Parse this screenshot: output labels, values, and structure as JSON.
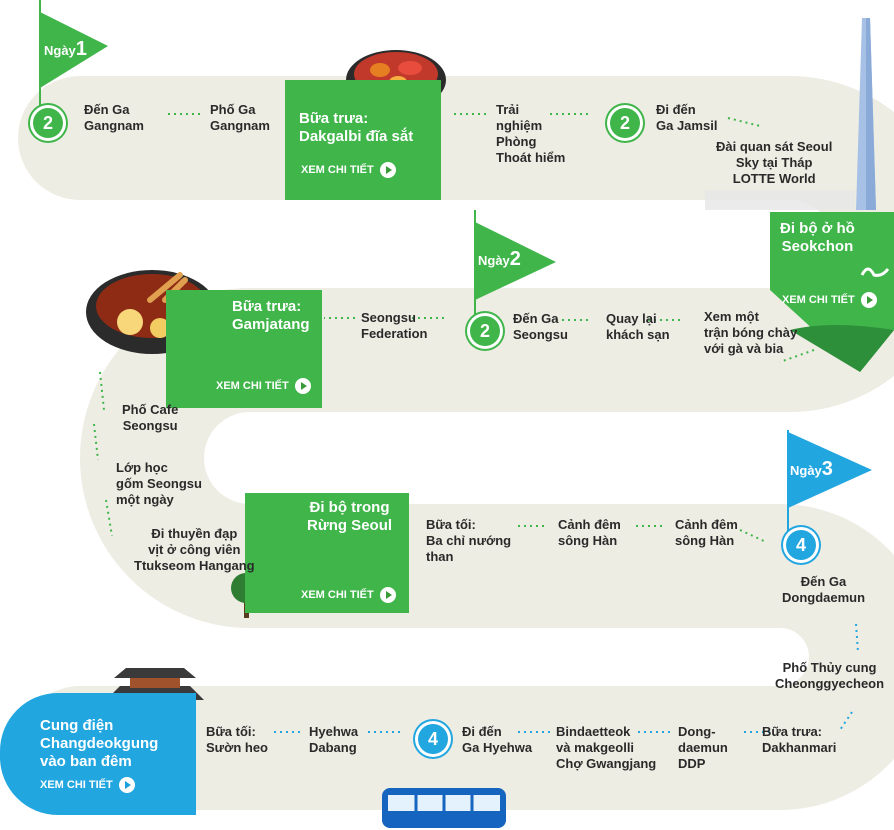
{
  "days": {
    "day1": {
      "label": "Ngày",
      "num": "1"
    },
    "day2": {
      "label": "Ngày",
      "num": "2"
    },
    "day3": {
      "label": "Ngày",
      "num": "3"
    }
  },
  "line_badges": {
    "b1": "2",
    "b2": "2",
    "b3": "2",
    "b4": "4",
    "b5": "4"
  },
  "stops": {
    "gangnam_station": "Đến Ga\nGangnam",
    "gangnam_street": "Phố Ga\nGangnam",
    "escape": "Trải\nnghiệm\nPhòng\nThoát hiểm",
    "jamsil": "Đi đến\nGa Jamsil",
    "lotte": "Đài quan sát Seoul\nSky tại Tháp\nLOTTE World",
    "baseball": "Xem một\ntrận bóng chày\nvới gà và bia",
    "hotel": "Quay lại\nkhách sạn",
    "seongsu_station": "Đến Ga\nSeongsu",
    "federation": "Seongsu\nFederation",
    "cafe": "Phố Cafe\nSeongsu",
    "pottery": "Lớp học\ngốm Seongsu\nmột ngày",
    "duckboat": "Đi thuyền đạp\nvịt ở công viên\nTtukseom Hangang",
    "dinner1": "Bữa tối:\nBa chỉ nướng\nthan",
    "night1": "Cảnh đêm\nsông Hàn",
    "night2": "Cảnh đêm\nsông Hàn",
    "dongdaemun": "Đến Ga\nDongdaemun",
    "cheonggye": "Phố Thủy cung\nCheonggyecheon",
    "dakhanmari": "Bữa trưa:\nDakhanmari",
    "ddp": "Dong-\ndaemun\nDDP",
    "gwangjang": "Bindaetteok\nvà makgeolli\nChợ Gwangjang",
    "hyehwa": "Đi đến\nGa Hyehwa",
    "hyehwa_dabang": "Hyehwa\nDabang",
    "dinner2": "Bữa tối:\nSườn heo"
  },
  "panels": {
    "dakgalbi": "Bữa trưa:\nDakgalbi đĩa sắt",
    "seokchon": "Đi bộ ở hồ\nSeokchon",
    "gamjatang": "Bữa trưa:\nGamjatang",
    "forest": "Đi bộ trong\nRừng Seoul",
    "palace": "Cung điện\nChangdeokgung\nvào ban đêm"
  },
  "detail_label": "XEM CHI TIẾT",
  "colors": {
    "green": "#3fb54a",
    "green_dark": "#2e9a3a",
    "blue": "#22a6e0",
    "road": "#eeede4"
  }
}
